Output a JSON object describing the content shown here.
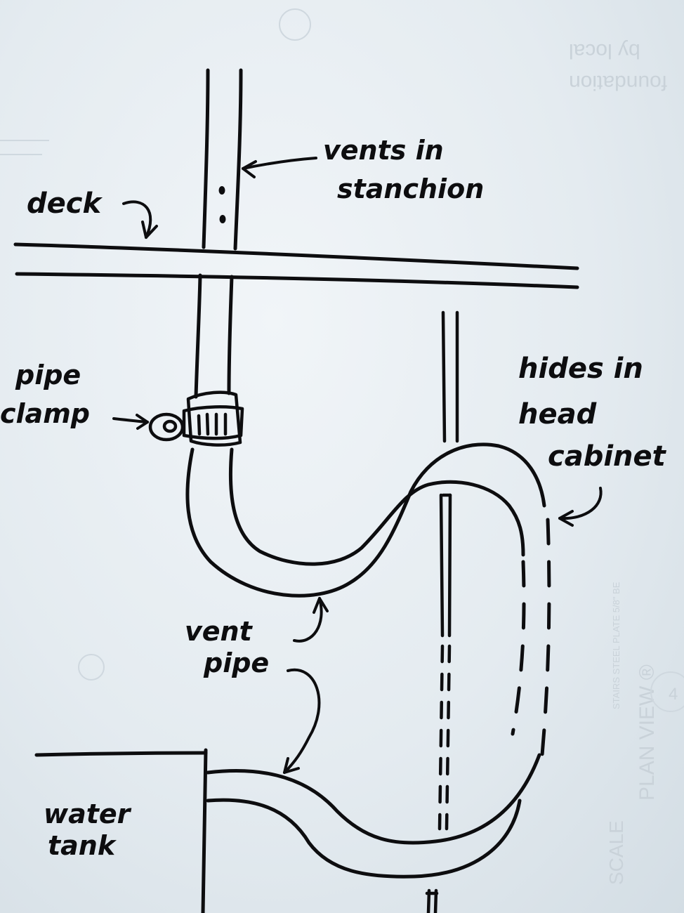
{
  "labels": {
    "vents_line1": "vents in",
    "vents_line2": "stanchion",
    "deck": "deck",
    "pipe_clamp_line1": "pipe",
    "pipe_clamp_line2": "clamp",
    "hides_line1": "hides in",
    "hides_line2": "head",
    "hides_line3": "cabinet",
    "vent_pipe_line1": "vent",
    "vent_pipe_line2": "pipe",
    "water_tank_line1": "water",
    "water_tank_line2": "tank"
  },
  "background_print": {
    "plan_view": "PLAN VIEW ®",
    "scale": "SCALE",
    "steel_plate": "STAIRS STEEL PLATE 5/8\" BE",
    "circle_number": "4",
    "foundation_line1": "foundation",
    "foundation_line2": "by local"
  },
  "colors": {
    "ink": "#0d0d0f",
    "paper": "#e9eff3",
    "bleed_through": "#c9d2d9"
  }
}
